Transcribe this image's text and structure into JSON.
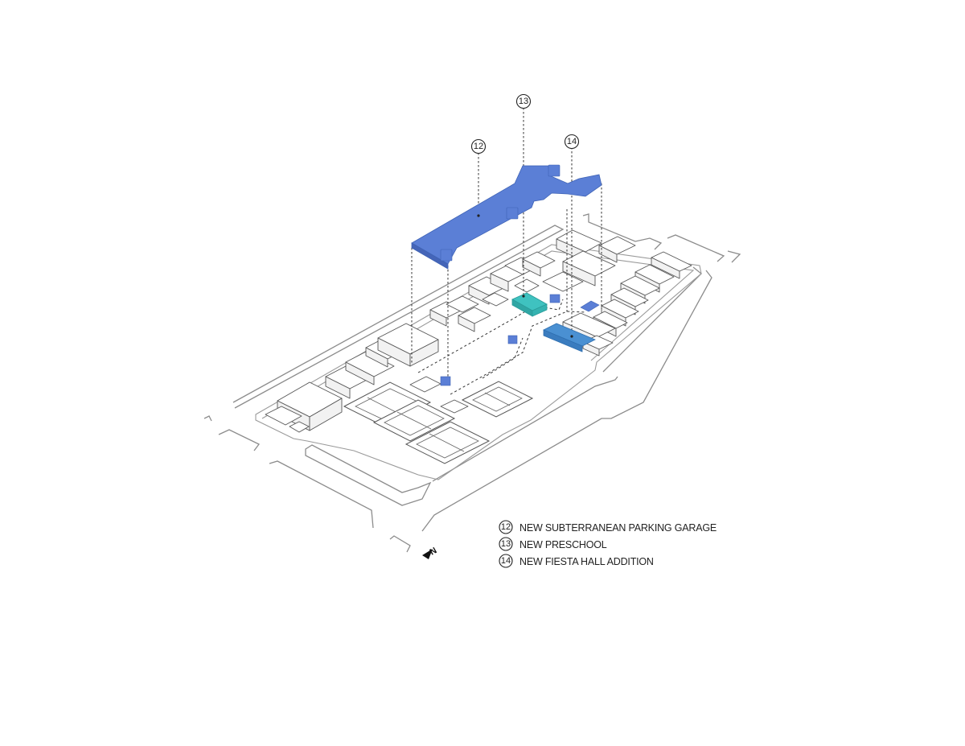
{
  "callouts": [
    {
      "number": "12",
      "label": "NEW SUBTERRANEAN PARKING GARAGE",
      "color": "#5b7fd6"
    },
    {
      "number": "13",
      "label": "NEW PRESCHOOL",
      "color": "#3fc2c0"
    },
    {
      "number": "14",
      "label": "NEW FIESTA HALL ADDITION",
      "color": "#4a90d2"
    }
  ],
  "north_label": "N",
  "icons": {
    "north_arrow": "north-arrow-icon"
  }
}
